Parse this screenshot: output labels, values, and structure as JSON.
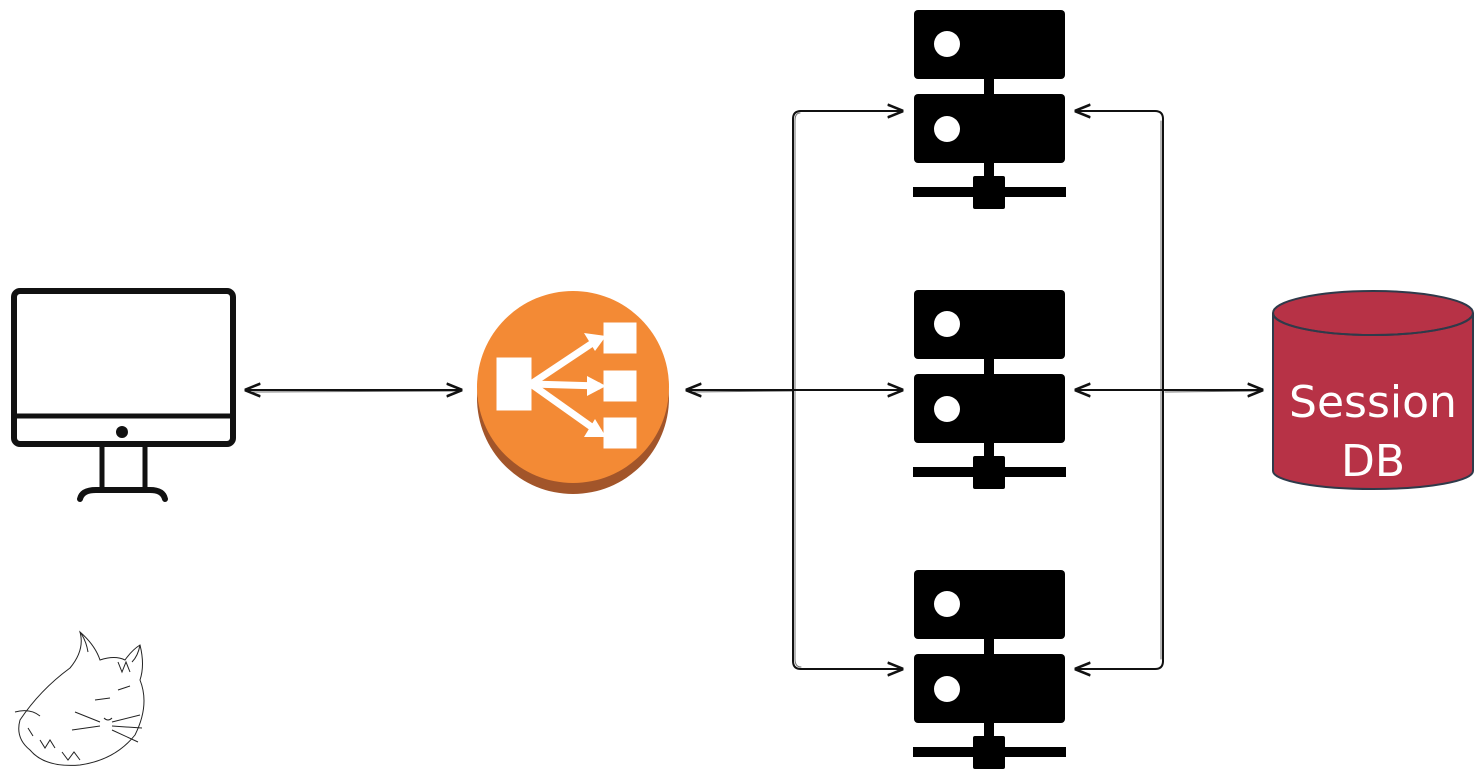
{
  "diagram": {
    "nodes": [
      {
        "id": "client",
        "icon": "desktop-monitor-icon"
      },
      {
        "id": "load_balancer",
        "icon": "load-balancer-icon",
        "color": "#F38A35",
        "shadow_color": "#A2552A"
      },
      {
        "id": "server_1",
        "icon": "server-icon",
        "color": "#000000"
      },
      {
        "id": "server_2",
        "icon": "server-icon",
        "color": "#000000"
      },
      {
        "id": "server_3",
        "icon": "server-icon",
        "color": "#000000"
      },
      {
        "id": "session_db",
        "icon": "database-cylinder-icon",
        "color": "#B73246",
        "stroke_color": "#2F3A4A",
        "label_line1": "Session",
        "label_line2": "DB"
      }
    ],
    "edges": [
      {
        "from": "client",
        "to": "load_balancer",
        "bidirectional": true
      },
      {
        "from": "load_balancer",
        "to": "server_1",
        "bidirectional": true
      },
      {
        "from": "load_balancer",
        "to": "server_2",
        "bidirectional": true
      },
      {
        "from": "load_balancer",
        "to": "server_3",
        "bidirectional": true
      },
      {
        "from": "server_1",
        "to": "session_db",
        "bidirectional": true
      },
      {
        "from": "server_2",
        "to": "session_db",
        "bidirectional": true
      },
      {
        "from": "server_3",
        "to": "session_db",
        "bidirectional": true
      }
    ],
    "decoration": {
      "icon": "sleeping-cat-sketch-icon"
    }
  }
}
